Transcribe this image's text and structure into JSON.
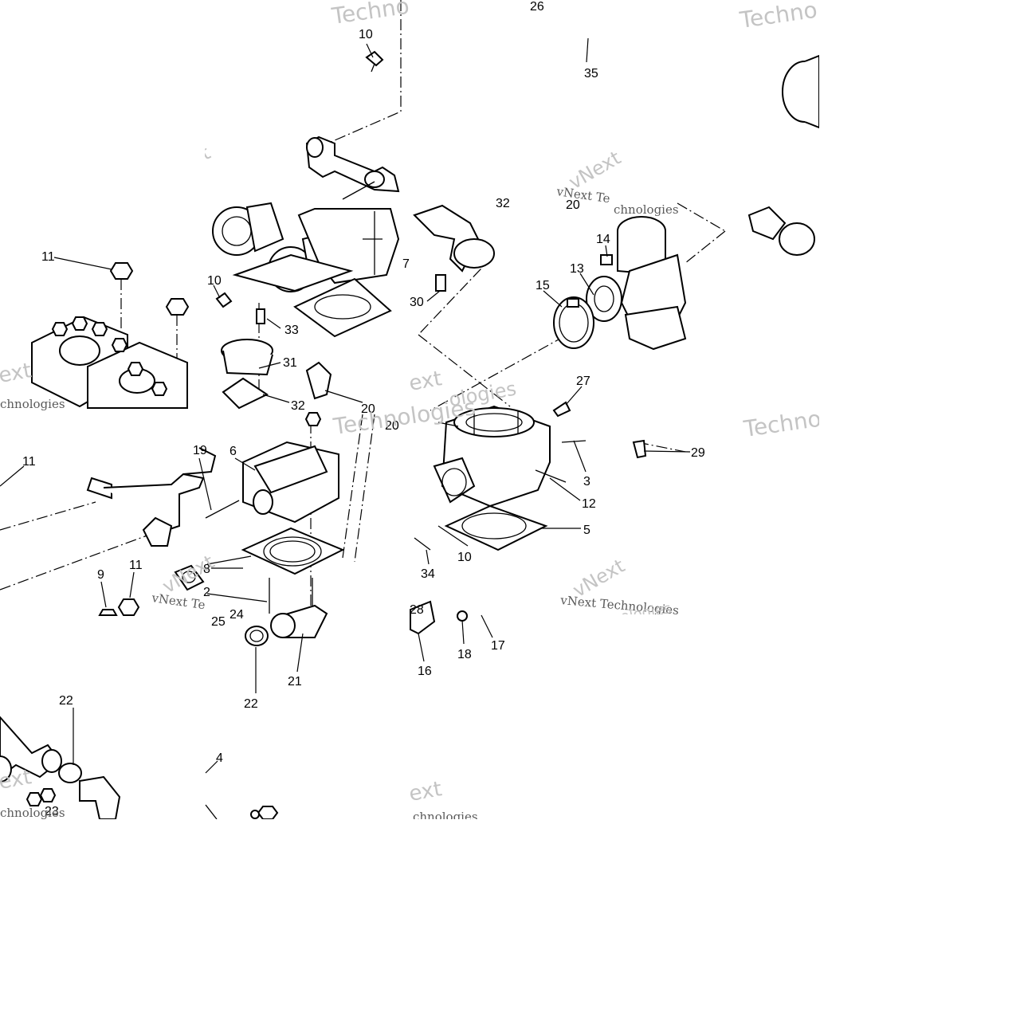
{
  "diagram": {
    "background": "#ffffff",
    "ink": "#000000",
    "watermark_color": "#c4c4c4",
    "watermarks": {
      "brand": "Technologies",
      "brand_short": "Techno",
      "vnext": "vNext",
      "vnext_full": "vNext Technologies",
      "vnext_te": "vNext Te",
      "chnologies": "chnologies",
      "ext": "ext",
      "ologies": "ologies"
    },
    "callouts": [
      "26",
      "35",
      "10",
      "11",
      "10",
      "33",
      "31",
      "32",
      "30",
      "7",
      "14",
      "13",
      "15",
      "27",
      "29",
      "3",
      "12",
      "5",
      "19",
      "6",
      "11",
      "9",
      "11",
      "18",
      "17",
      "16",
      "28",
      "21",
      "22",
      "25",
      "24",
      "22",
      "4",
      "23",
      "34",
      "10",
      "20",
      "20",
      "20",
      "32",
      "8",
      "2"
    ]
  }
}
